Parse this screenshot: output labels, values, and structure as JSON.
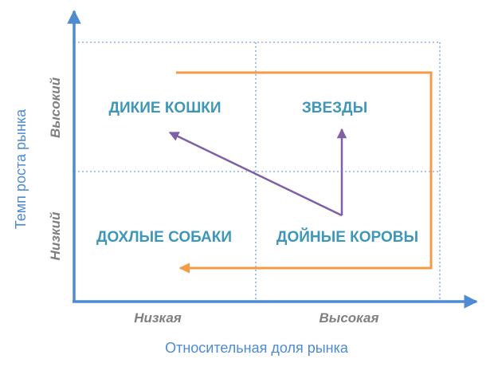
{
  "axes": {
    "x_title": "Относительная доля рынка",
    "y_title": "Темп роста рынка",
    "x_low": "Низкая",
    "x_high": "Высокая",
    "y_low": "Низкий",
    "y_high": "Высокий"
  },
  "quadrants": {
    "top_left": "ДИКИЕ КОШКИ",
    "top_right": "ЗВЕЗДЫ",
    "bottom_left": "ДОХЛЫЕ СОБАКИ",
    "bottom_right": "ДОЙНЫЕ КОРОВЫ"
  },
  "colors": {
    "axis": "#4E8BD0",
    "grid": "#8FB4DE",
    "quadrant_text": "#3E97B7",
    "level_text": "#808080",
    "cash_flow_arrow": "#F59A45",
    "investment_arrow": "#7E5FA8"
  }
}
